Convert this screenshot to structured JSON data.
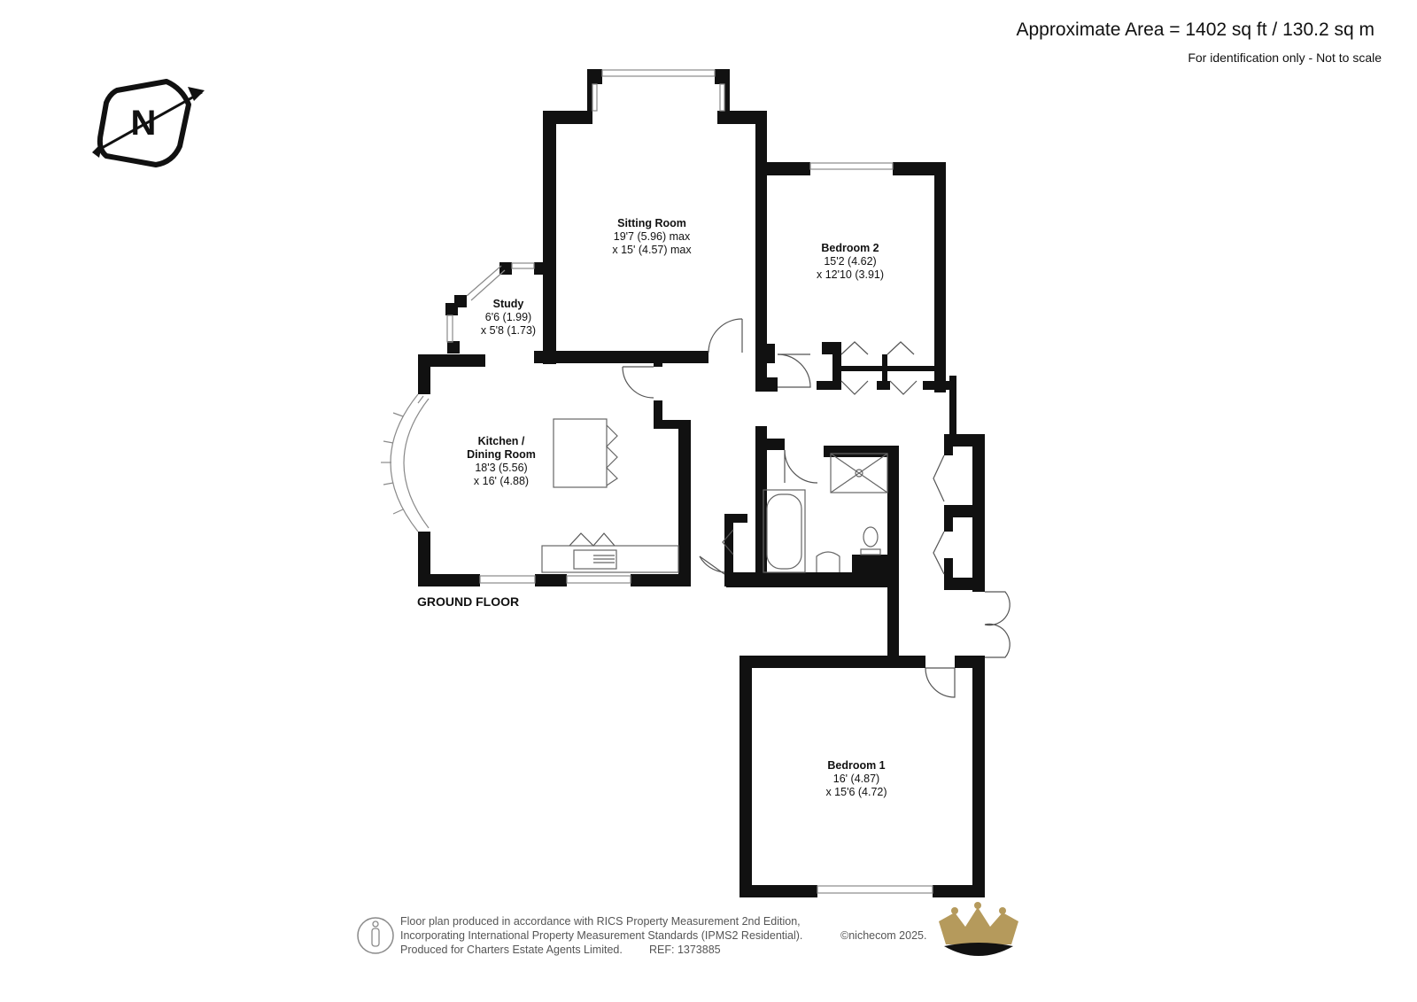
{
  "header": {
    "area_text": "Approximate Area = 1402 sq ft / 130.2 sq m",
    "disclaimer": "For identification only - Not to scale"
  },
  "compass": {
    "letter": "N",
    "icon": "north-compass-icon"
  },
  "floor": {
    "label": "GROUND FLOOR"
  },
  "rooms": {
    "sitting": {
      "name": "Sitting Room",
      "dim1": "19'7 (5.96) max",
      "dim2": "x 15' (4.57) max"
    },
    "bedroom2": {
      "name": "Bedroom 2",
      "dim1": "15'2 (4.62)",
      "dim2": "x 12'10 (3.91)"
    },
    "study": {
      "name": "Study",
      "dim1": "6'6 (1.99)",
      "dim2": "x 5'8 (1.73)"
    },
    "kitchen": {
      "name1": "Kitchen /",
      "name2": "Dining Room",
      "dim1": "18'3 (5.56)",
      "dim2": "x 16' (4.88)"
    },
    "bedroom1": {
      "name": "Bedroom 1",
      "dim1": "16' (4.87)",
      "dim2": "x 15'6 (4.72)"
    }
  },
  "footer": {
    "line1": "Floor plan produced in accordance with RICS Property Measurement 2nd Edition,",
    "line2": "Incorporating International Property Measurement Standards (IPMS2 Residential).",
    "copyright": "©nichecom 2025.",
    "line3": "Produced for Charters Estate Agents Limited.",
    "ref": "REF: 1373885"
  },
  "colors": {
    "wall": "#111111",
    "gold": "#b59a5c",
    "grey": "#8a8a8a"
  }
}
